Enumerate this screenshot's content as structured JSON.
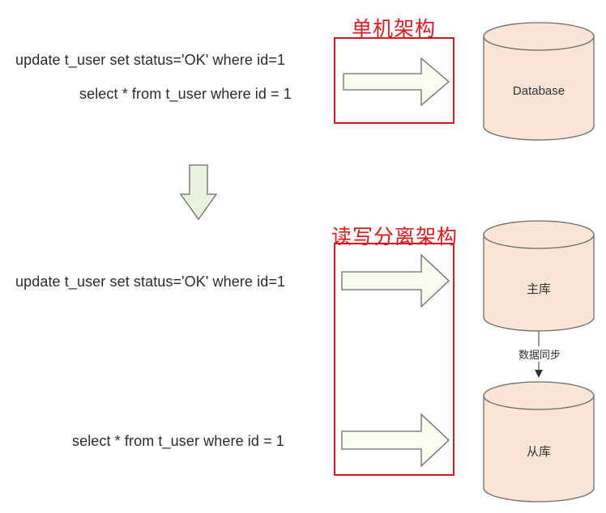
{
  "single": {
    "title": "单机架构",
    "update_sql": "update t_user set status='OK' where id=1",
    "select_sql": "select * from t_user where id = 1",
    "db_label": "Database"
  },
  "split": {
    "title": "读写分离架构",
    "update_sql": "update t_user set status='OK' where id=1",
    "select_sql": "select * from t_user where id = 1",
    "master_label": "主库",
    "slave_label": "从库",
    "sync_label": "数据同步"
  },
  "colors": {
    "red": "#d8161b",
    "db_fill": "#fbe5d6",
    "db_stroke": "#6b6b6b",
    "arrow_fill": "#fbfbf0",
    "down_arrow_fill": "#e8f2dc"
  }
}
